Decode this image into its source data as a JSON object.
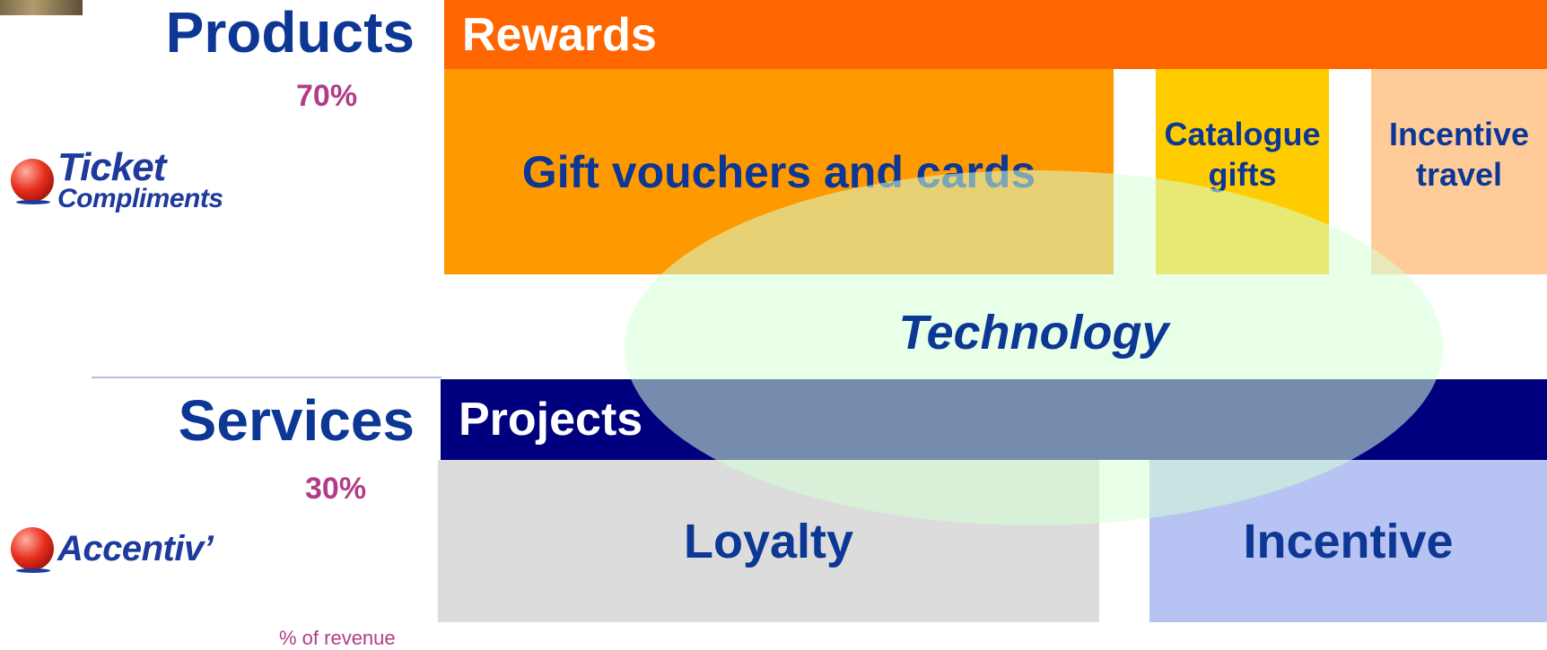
{
  "left_panel": {
    "products": {
      "title": "Products",
      "percent": "70%",
      "logo_line1": "Ticket",
      "logo_line2": "Compliments"
    },
    "services": {
      "title": "Services",
      "percent": "30%",
      "logo": "Accentiv’"
    },
    "footnote": "% of revenue"
  },
  "products_band": {
    "header": "Rewards",
    "boxes": [
      "Gift vouchers and cards",
      "Catalogue gifts",
      "Incentive travel"
    ]
  },
  "services_band": {
    "header": "Projects",
    "boxes": [
      "Loyalty",
      "Incentive"
    ]
  },
  "overlay": {
    "label": "Technology"
  },
  "colors": {
    "rewards": "#ff6600",
    "gift": "#ff9900",
    "catalogue": "#ffcc00",
    "travel": "#ffcc99",
    "projects": "#00007f",
    "loyalty": "#dcdcdc",
    "incentive": "#b7c3f2",
    "title": "#0d3795",
    "percent": "#b23d86",
    "technology": "#d6ffd6"
  }
}
